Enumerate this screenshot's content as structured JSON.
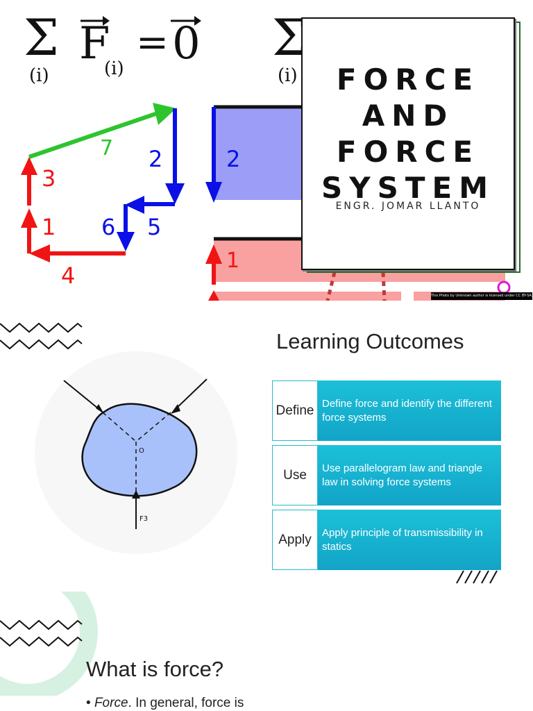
{
  "slide1": {
    "equation_left": {
      "sum": "Σ",
      "symbol": "F",
      "index": "(i)",
      "sum_index": "(i)",
      "equals": "=",
      "rhs": "0"
    },
    "equation_right": {
      "sum": "Σ",
      "sum_index": "(i)"
    },
    "polygon_labels": [
      "7",
      "2",
      "3",
      "1",
      "6",
      "5",
      "4"
    ],
    "bar_labels": [
      "2",
      "1"
    ],
    "title": "FORCE\nAND\nFORCE\nSYSTEM",
    "author": "ENGR. JOMAR LLANTO",
    "photo_credit": "This Photo by Unknown author is licensed under CC BY-SA.",
    "colors": {
      "green": "#2ec42e",
      "blue": "#0a10e6",
      "red": "#f01414",
      "blue_fill": "#9b9df6",
      "red_fill": "#f9a0a0",
      "accent_card_border": "#2a6b2f"
    }
  },
  "slide2": {
    "diagram": {
      "point_label": "O",
      "force_label": "F3"
    },
    "heading": "Learning Outcomes",
    "outcomes": [
      {
        "key": "Define",
        "text": "Define force and identify the different force systems"
      },
      {
        "key": "Use",
        "text": "Use parallelogram law and triangle law in solving force systems"
      },
      {
        "key": "Apply",
        "text": "Apply principle of transmissibility in statics"
      }
    ],
    "colors": {
      "teal_top": "#1cc0d8",
      "teal_bottom": "#12a4c8",
      "diagram_fill": "#a9c1fb"
    }
  },
  "slide3": {
    "heading": "What is force?",
    "bullet_term": "Force",
    "bullet_rest": ". In general, force is",
    "colors": {
      "arc": "#d6f1e1"
    }
  }
}
